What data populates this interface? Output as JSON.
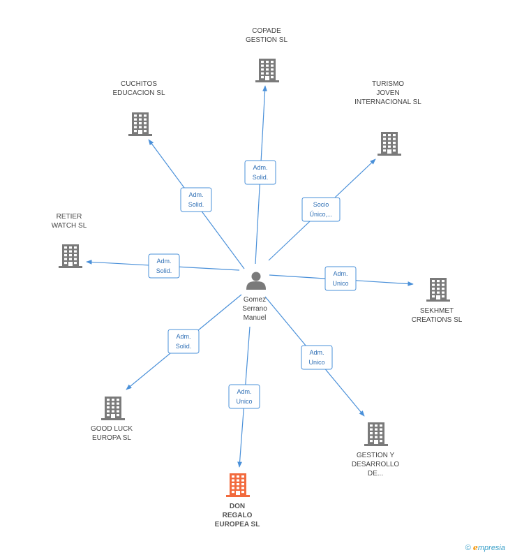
{
  "center": {
    "name_lines": [
      "Gomez",
      "Serrano",
      "Manuel"
    ],
    "icon": "person-icon"
  },
  "nodes": [
    {
      "id": "copade",
      "lines": [
        "COPADE",
        "GESTION SL"
      ],
      "icon": "building-icon",
      "highlight": false,
      "edge_lines": [
        "Adm.",
        "Solid."
      ]
    },
    {
      "id": "cuchitos",
      "lines": [
        "CUCHITOS",
        "EDUCACION SL"
      ],
      "icon": "building-icon",
      "highlight": false,
      "edge_lines": [
        "Adm.",
        "Solid."
      ]
    },
    {
      "id": "turismo",
      "lines": [
        "TURISMO",
        "JOVEN",
        "INTERNACIONAL SL"
      ],
      "icon": "building-icon",
      "highlight": false,
      "edge_lines": [
        "Socio",
        "Único,..."
      ]
    },
    {
      "id": "retier",
      "lines": [
        "RETIER",
        "WATCH SL"
      ],
      "icon": "building-icon",
      "highlight": false,
      "edge_lines": [
        "Adm.",
        "Solid."
      ]
    },
    {
      "id": "sekhmet",
      "lines": [
        "SEKHMET",
        "CREATIONS SL"
      ],
      "icon": "building-icon",
      "highlight": false,
      "edge_lines": [
        "Adm.",
        "Unico"
      ]
    },
    {
      "id": "goodluck",
      "lines": [
        "GOOD LUCK",
        "EUROPA SL"
      ],
      "icon": "building-icon",
      "highlight": false,
      "edge_lines": [
        "Adm.",
        "Solid."
      ]
    },
    {
      "id": "donregalo",
      "lines": [
        "DON",
        "REGALO",
        "EUROPEA SL"
      ],
      "icon": "building-icon",
      "highlight": true,
      "edge_lines": [
        "Adm.",
        "Unico"
      ]
    },
    {
      "id": "gestion",
      "lines": [
        "GESTION Y",
        "DESARROLLO",
        "DE..."
      ],
      "icon": "building-icon",
      "highlight": false,
      "edge_lines": [
        "Adm.",
        "Unico"
      ]
    }
  ],
  "colors": {
    "edge": "#4a90d9",
    "building": "#7a7a7a",
    "building_highlight": "#f26a3d",
    "person": "#7a7a7a"
  },
  "watermark": {
    "copyright": "©",
    "brand_first": "e",
    "brand_rest": "mpresia"
  }
}
